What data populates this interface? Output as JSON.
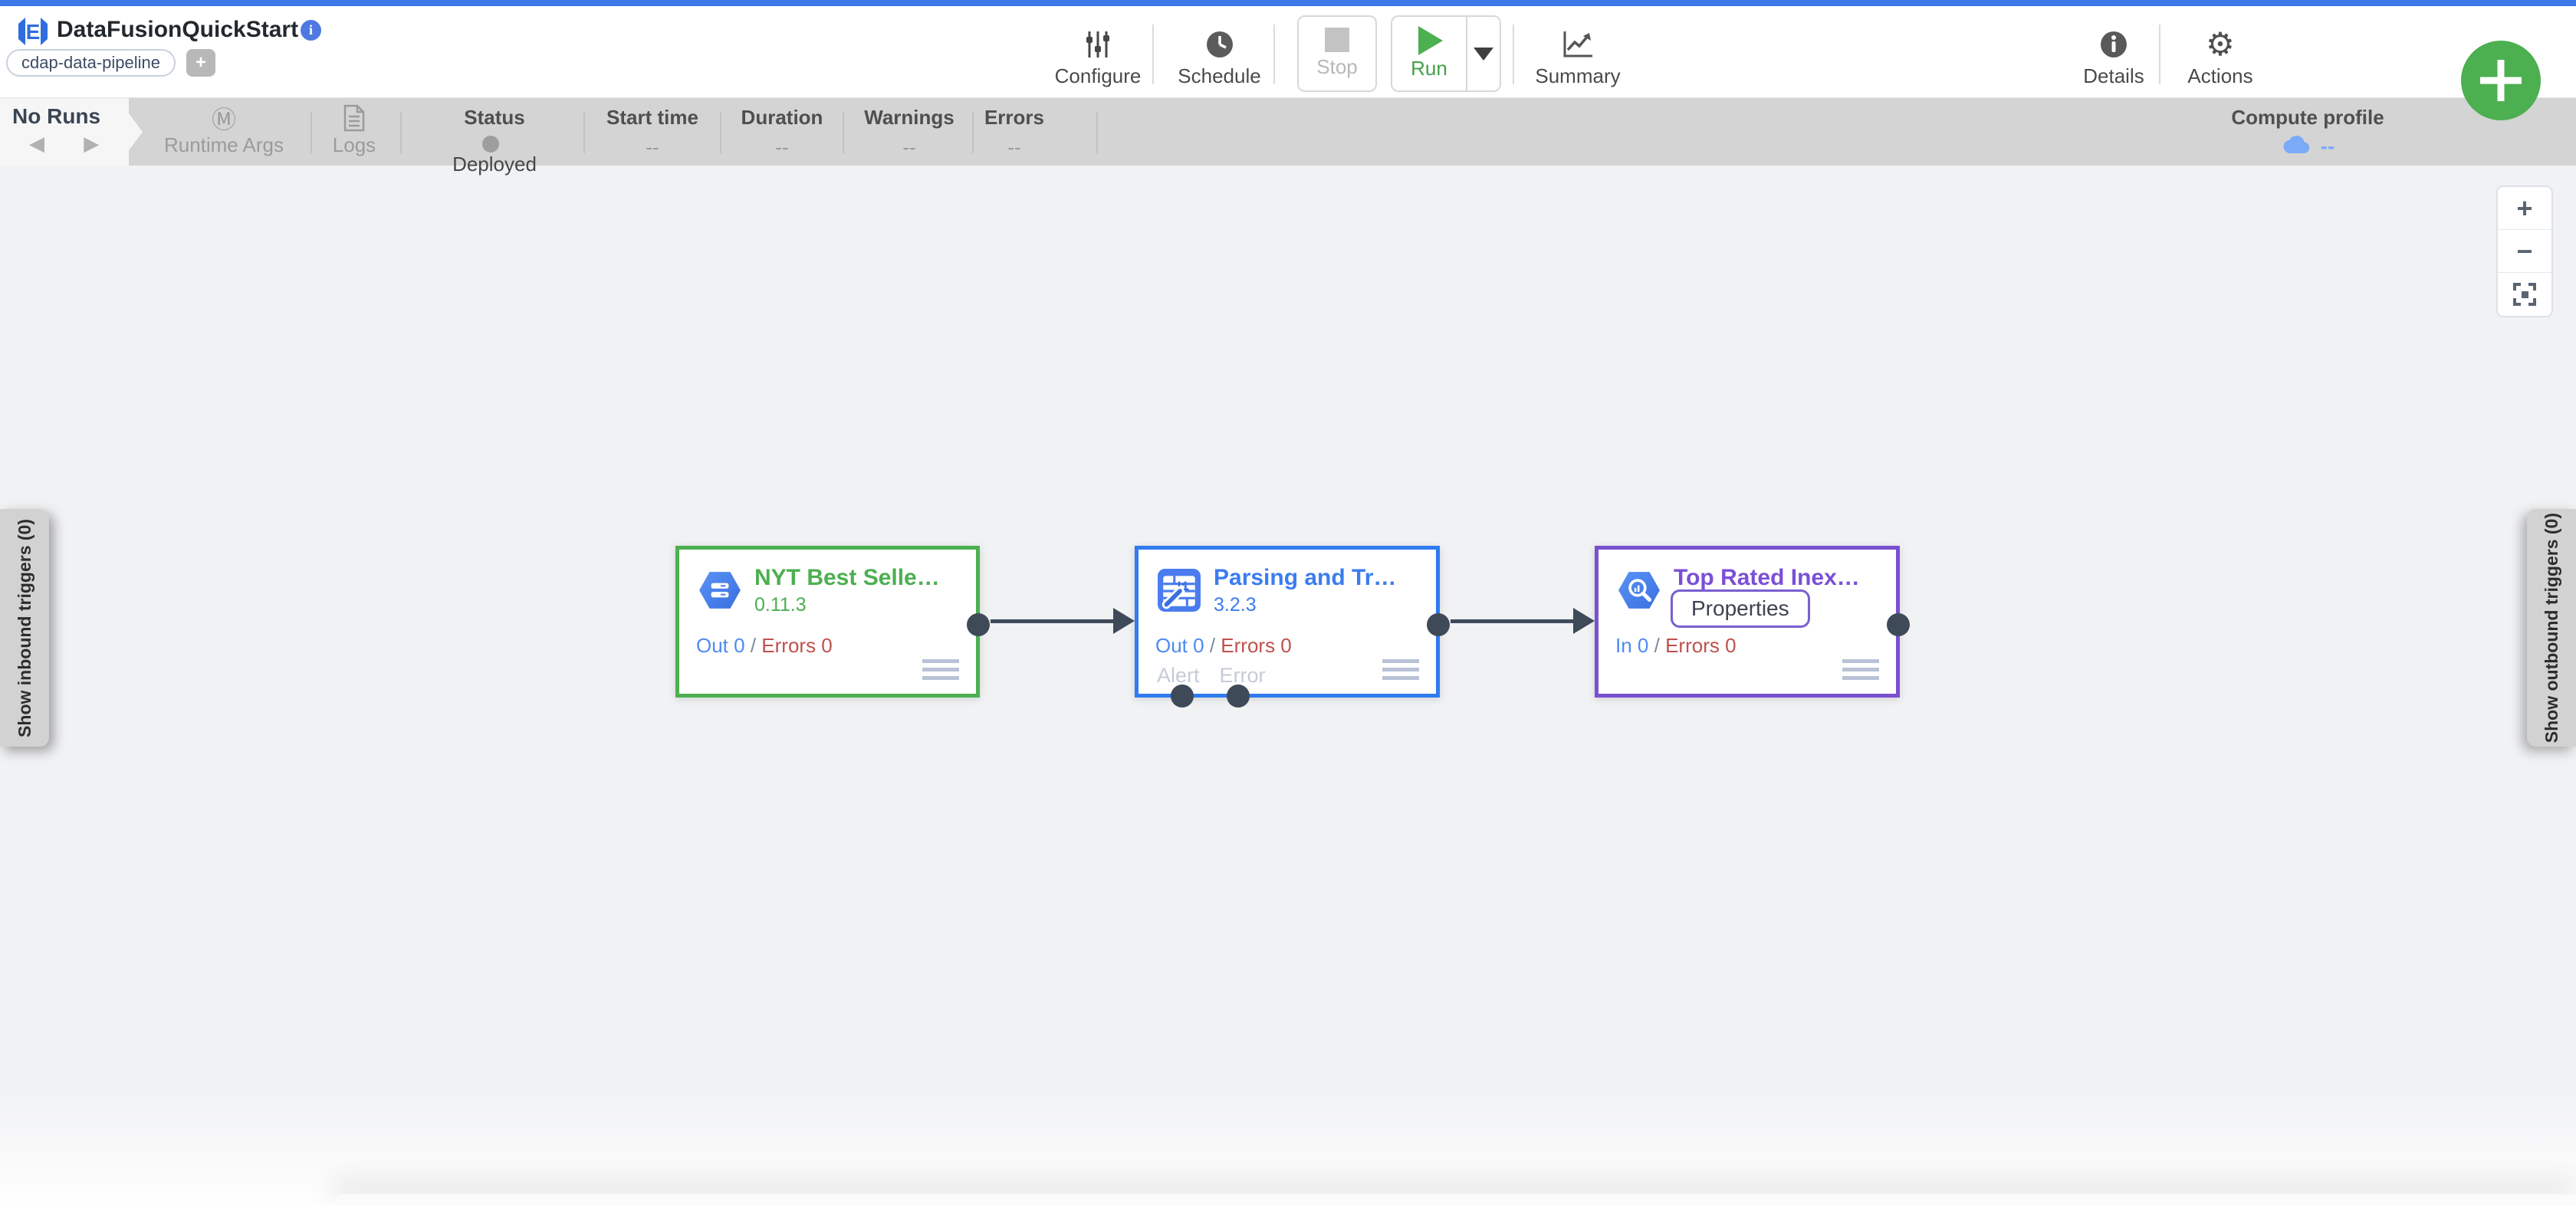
{
  "colors": {
    "top_strip": "#3c78e7",
    "accent_green": "#4caf50",
    "accent_blue": "#2f7bf0",
    "accent_purple": "#7a50cf",
    "metric_blue": "#4e8af0",
    "metric_red": "#bf514d",
    "fab_green": "#4caf50",
    "cloud_blue": "#7baaf7",
    "run_bar_bg": "#d4d4d4"
  },
  "icons": [
    "cdap-logo-icon",
    "info-icon",
    "sliders-icon",
    "clock-icon",
    "stop-icon",
    "play-icon",
    "caret-down-icon",
    "chart-icon",
    "info-circle-icon",
    "gear-icon",
    "plus-icon",
    "m-circle-icon",
    "document-icon",
    "cloud-icon",
    "database-hexagon-icon",
    "wrangler-icon",
    "bigquery-hexagon-icon",
    "menu-icon",
    "zoom-in-icon",
    "zoom-out-icon",
    "fit-screen-icon",
    "prev-run-icon",
    "next-run-icon"
  ],
  "header": {
    "title": "DataFusionQuickStart",
    "pipeline_type_chip": "cdap-data-pipeline",
    "add_chip": "+"
  },
  "toolbar": {
    "configure": "Configure",
    "schedule": "Schedule",
    "stop": "Stop",
    "run": "Run",
    "summary": "Summary",
    "details": "Details",
    "actions": "Actions"
  },
  "run_bar": {
    "no_runs": "No Runs",
    "nav_arrows": "◀ ▶",
    "runtime_args": "Runtime Args",
    "m_glyph": "Ⓜ",
    "logs": "Logs",
    "status_label": "Status",
    "status_value": "Deployed",
    "columns": [
      {
        "label": "Start time",
        "value": "--"
      },
      {
        "label": "Duration",
        "value": "--"
      },
      {
        "label": "Warnings",
        "value": "--"
      },
      {
        "label": "Errors",
        "value": "--"
      }
    ],
    "compute_profile_label": "Compute profile",
    "compute_profile_value": "--"
  },
  "canvas": {
    "inbound_tab": "Show inbound triggers (0)",
    "outbound_tab": "Show outbound triggers (0)",
    "zoom_in": "+",
    "zoom_out": "−",
    "metric_separator": "/",
    "nodes": [
      {
        "title": "NYT Best Selle…",
        "version": "0.11.3",
        "metric_count": "Out 0",
        "errors_label": "Errors 0"
      },
      {
        "title": "Parsing and Tr…",
        "version": "3.2.3",
        "metric_count": "Out 0",
        "errors_label": "Errors 0",
        "alert_label": "Alert",
        "error_label": "Error"
      },
      {
        "title": "Top Rated Inex…",
        "properties_label": "Properties",
        "metric_count": "In 0",
        "errors_label": "Errors 0"
      }
    ]
  }
}
